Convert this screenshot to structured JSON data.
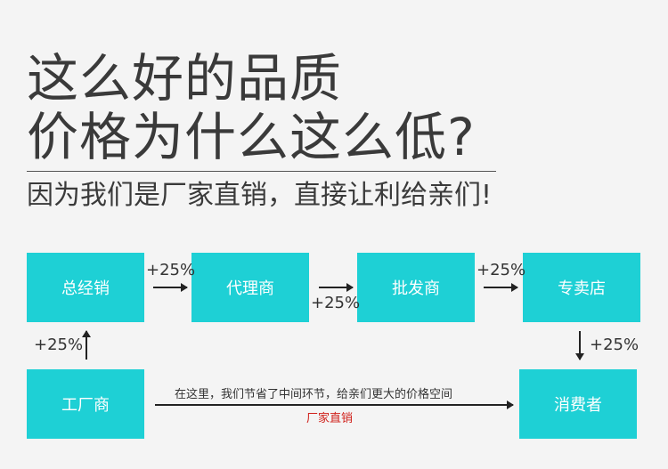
{
  "headline": {
    "line1": "这么好的品质",
    "line2": "价格为什么这么低?"
  },
  "subtitle": "因为我们是厂家直销，直接让利给亲们!",
  "boxes": {
    "general_distributor": "总经销",
    "agent": "代理商",
    "wholesaler": "批发商",
    "specialty_store": "专卖店",
    "factory": "工厂商",
    "consumer": "消费者"
  },
  "markups": {
    "factory_to_general": "+25%",
    "general_to_agent": "+25%",
    "agent_to_wholesaler": "+25%",
    "wholesaler_to_store": "+25%",
    "store_to_consumer": "+25%"
  },
  "direct_route": {
    "note": "在这里，我们节省了中间环节，给亲们更大的价格空间",
    "label": "厂家直销"
  },
  "colors": {
    "box_fill": "#1ed0d5",
    "box_text": "#ffffff",
    "accent_red": "#d0201a",
    "background": "#f4f4f4"
  }
}
